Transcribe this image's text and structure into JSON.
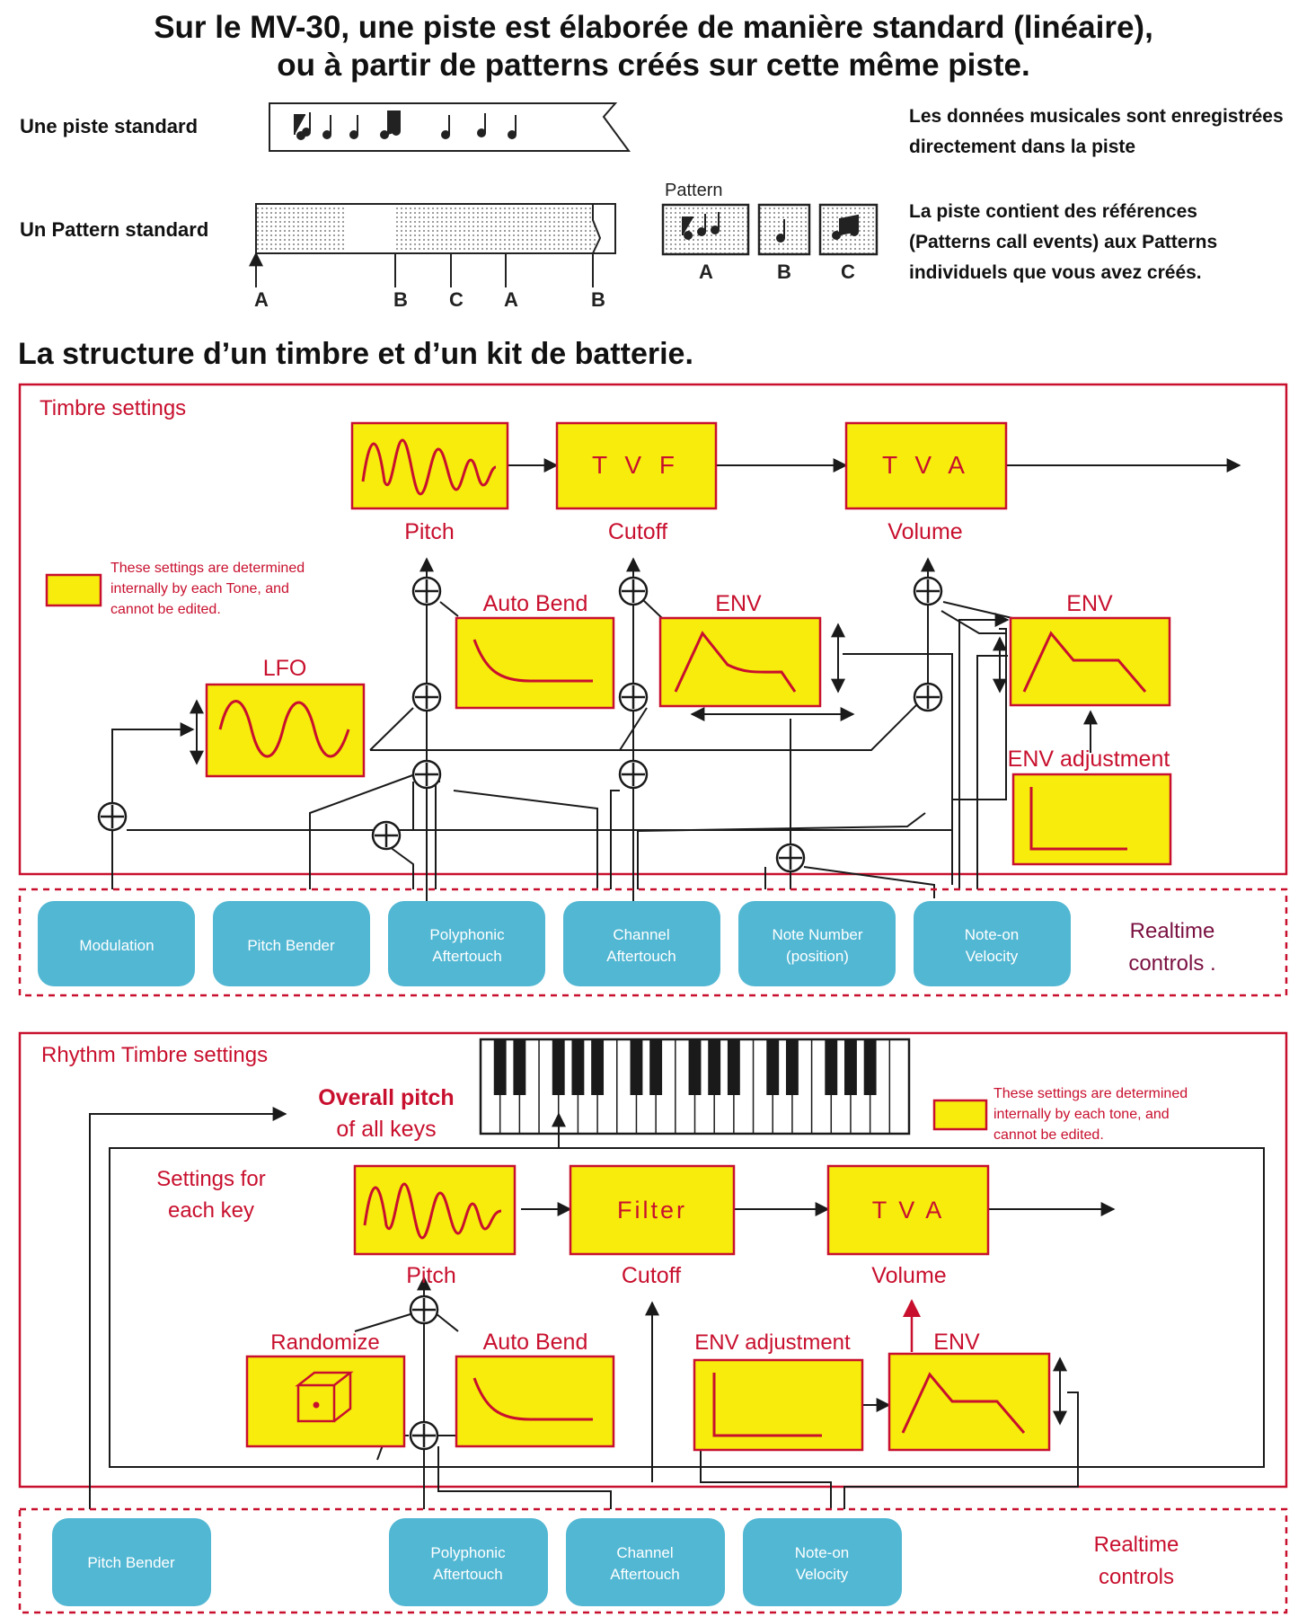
{
  "header": {
    "line1": "Sur le MV-30, une piste est élaborée de manière standard (linéaire),",
    "line2": "ou à partir de patterns créés sur cette même piste."
  },
  "track_section": {
    "standard_track_label": "Une piste standard",
    "standard_pattern_label": "Un Pattern standard",
    "pattern_heading": "Pattern",
    "track_markers": [
      "A",
      "B",
      "C",
      "A",
      "B"
    ],
    "pattern_boxes": [
      "A",
      "B",
      "C"
    ],
    "desc_standard_1": "Les données musicales sont enregistrées",
    "desc_standard_2": "directement dans la piste",
    "desc_pattern_1": "La piste contient des références",
    "desc_pattern_2": "(Patterns call events) aux  Patterns",
    "desc_pattern_3": "individuels que vous avez créés."
  },
  "structure_heading": "La structure d’un timbre et d’un kit de batterie.",
  "timbre": {
    "title": "Timbre  settings",
    "blocks": [
      "T V F",
      "T V A"
    ],
    "labels": {
      "pitch": "Pitch",
      "cutoff": "Cutoff",
      "volume": "Volume"
    },
    "legend_lines": [
      "These settings are determined",
      "internally by each Tone, and",
      "cannot be edited."
    ],
    "auto_bend": "Auto Bend",
    "env1": "ENV",
    "env2": "ENV",
    "lfo": "LFO",
    "env_adjustment": "ENV  adjustment",
    "controls": [
      {
        "line1": "Modulation",
        "line2": ""
      },
      {
        "line1": "Pitch Bender",
        "line2": ""
      },
      {
        "line1": "Polyphonic",
        "line2": "Aftertouch"
      },
      {
        "line1": "Channel",
        "line2": "Aftertouch"
      },
      {
        "line1": "Note Number",
        "line2": "(position)"
      },
      {
        "line1": "Note-on",
        "line2": "Velocity"
      }
    ],
    "realtime_1": "Realtime",
    "realtime_2": "controls ."
  },
  "rhythm": {
    "title": "Rhythm  Timbre  settings",
    "overall_1": "Overall  pitch",
    "overall_2": "of  all  keys",
    "legend_lines": [
      "These settings are determined",
      "internally by each tone, and",
      "cannot be edited."
    ],
    "settings_1": "Settings  for",
    "settings_2": "each  key",
    "blocks": [
      "Filter",
      "T  V  A"
    ],
    "labels": {
      "pitch": "Pitch",
      "cutoff": "Cutoff",
      "volume": "Volume"
    },
    "randomize": "Randomize",
    "auto_bend": "Auto  Bend",
    "env_adjustment": "ENV  adjustment",
    "env": "ENV",
    "controls": [
      {
        "line1": "Pitch Bender",
        "line2": ""
      },
      {
        "line1": "Polyphonic",
        "line2": "Aftertouch"
      },
      {
        "line1": "Channel",
        "line2": "Aftertouch"
      },
      {
        "line1": "Note-on",
        "line2": "Velocity"
      }
    ],
    "realtime_1": "Realtime",
    "realtime_2": "controls"
  },
  "colors": {
    "block_fill": "#f7ec0c",
    "frame_red": "#c8102e",
    "control_blue": "#52b7d3",
    "line": "#1a1a1a"
  }
}
